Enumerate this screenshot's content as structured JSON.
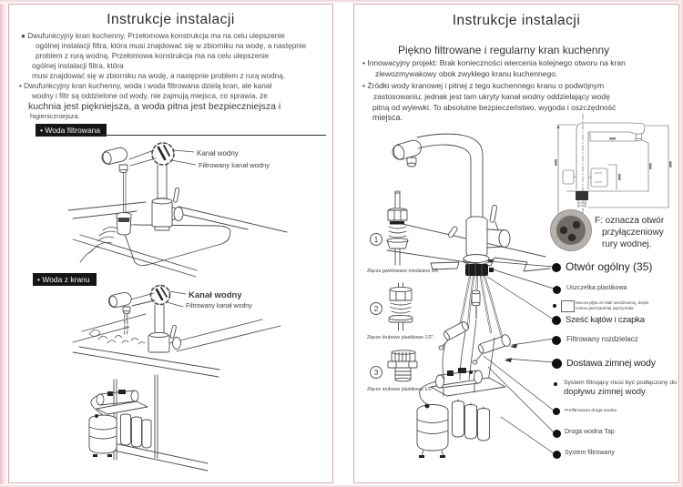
{
  "colors": {
    "panel_border": "#dfa6b2",
    "heading_bg": "#161616",
    "text": "#3f3f3f",
    "line_art": "#4a4a4a"
  },
  "left": {
    "title": "Instrukcje instalacji",
    "intro_lines": [
      "● Dwufunkcyjny kran kuchenny, Przełomowa konstrukcja ma na celu ulepszenie",
      "ogólnej instalacji filtra, która musi znajdować się w zbiorniku na wodę, a następnie",
      "problem z rurą wodną. Przełomowa konstrukcja ma na celu ulepszenie",
      "ogólnej instalacji filtra, która",
      "musi znajdować się w zbiorniku na wodę, a następnie problem z rurą wodną.",
      "• Dwufunkcyjny kran kuchenny, woda i woda filtrowana dzielą kran, ale kanał",
      "wodny i filtr są oddzielone od wody, nie zajmują miejsca, co sprawia, że",
      "kuchnia jest piękniejsza, a woda pitna jest bezpieczniejsza i",
      "higieniczniejsza."
    ],
    "section1_label": "• Woda filtrowana",
    "section2_label": "• Woda z kranu",
    "d1_callout1": "Kanał wodny",
    "d1_callout2": "Filtrowany kanał wodny",
    "d2_callout1": "Kanał wodny",
    "d2_callout2": "Filtrowany kanał wodny"
  },
  "right": {
    "title": "Instrukcje instalacji",
    "subtitle": "Piękno filtrowane i regularny kran kuchenny",
    "bullet_lines": [
      "• Innowacyjny projekt: Brak konieczności wiercenia kolejnego otworu na kran",
      "zlewozmywakowy obok zwykłego kranu kuchennego.",
      "• Źródło wody kranowej i pitnej z tego kuchennego kranu o podwójnym",
      "zastosowaniu; jednak jest tam ukryty kanał wodny oddzielający wodę",
      "pitną od wylewki. To absolutne bezpieczeństwo, wygoda i oszczędność",
      "miejsca."
    ],
    "photo_note_line1": "F: oznacza otwór",
    "photo_note_line2": "przyłączeniowy",
    "photo_note_line3": "rury wodnej.",
    "parts": [
      {
        "num": "1",
        "label": "Złącza gwintowane miedziane 3/8"
      },
      {
        "num": "2",
        "label": "Złącze śrubowe plastikowe 1/2\"."
      },
      {
        "num": "3",
        "label": "Złącze śrubowe plastikowe 1/2\""
      }
    ],
    "callouts": {
      "otwor": "Otwór ogólny (35)",
      "uszczelka": "Uszczelka plastikowa",
      "plate_note_1": "Mocna płyta ze stali nierdzewnej, dzięki",
      "plate_note_2": "czemu jest bardziej wytrzymała",
      "szesc": "Sześć kątów i czapka",
      "rozdzielacz": "Filtrowany rozdzielacz",
      "dostawa": "Dostawa zimnej wody",
      "system_note_1": "System filtrujący musi być podłączony do",
      "system_note_2": "dopływu zimnej wody",
      "prefiltrowana": "Prefiltrowana droga wodna",
      "droga_tap": "Droga wodna Tap",
      "system_filtrowany": "System filtrowany"
    }
  }
}
